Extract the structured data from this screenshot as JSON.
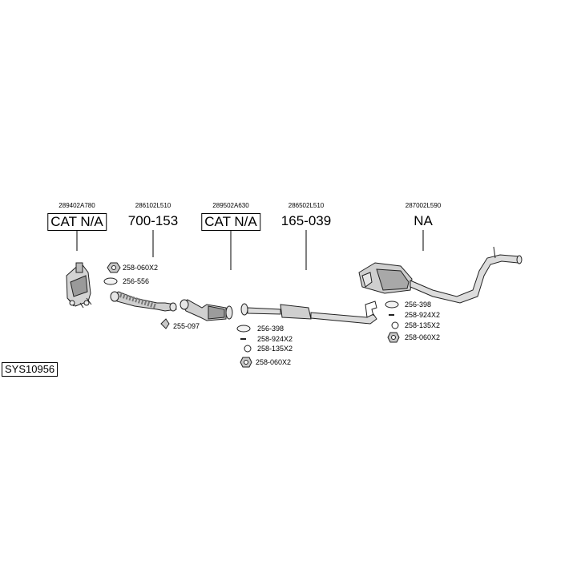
{
  "system_code": "SYS10956",
  "parts": [
    {
      "oem": "289402A780",
      "part": "CAT N/A",
      "boxed": true
    },
    {
      "oem": "286102L510",
      "part": "700-153",
      "boxed": false
    },
    {
      "oem": "289502A630",
      "part": "CAT N/A",
      "boxed": true
    },
    {
      "oem": "286502L510",
      "part": "165-039",
      "boxed": false
    },
    {
      "oem": "287002L590",
      "part": "NA",
      "boxed": false
    }
  ],
  "accessories": [
    {
      "label": "258-060X2",
      "icon": "nut-icon"
    },
    {
      "label": "256-556",
      "icon": "gasket-icon"
    },
    {
      "label": "255-097",
      "icon": "clamp-icon"
    },
    {
      "label": "256-398",
      "icon": "gasket-icon"
    },
    {
      "label": "258-924X2",
      "icon": "bolt-icon"
    },
    {
      "label": "258-135X2",
      "icon": "washer-icon"
    },
    {
      "label": "258-060X2",
      "icon": "nut-icon"
    },
    {
      "label": "256-398",
      "icon": "gasket-icon"
    },
    {
      "label": "258-924X2",
      "icon": "bolt-icon"
    },
    {
      "label": "258-135X2",
      "icon": "washer-icon"
    },
    {
      "label": "258-060X2",
      "icon": "nut-icon"
    }
  ]
}
